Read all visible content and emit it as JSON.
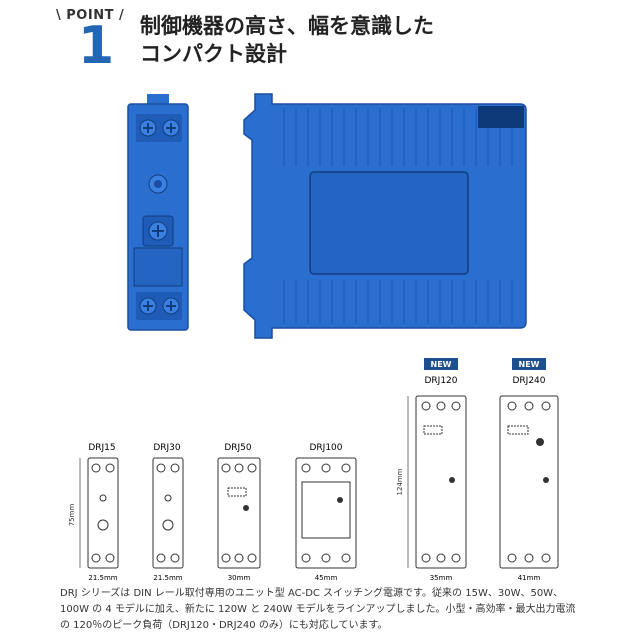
{
  "point": {
    "label": "\\ POINT /",
    "number": "1"
  },
  "headline": {
    "line1": "制御機器の高さ、幅を意識した",
    "line2": "コンパクト設計"
  },
  "colors": {
    "accent": "#2366b3",
    "device_blue": "#2a6fd0",
    "device_dark": "#1a4e9e",
    "new_badge": "#1e4f8f"
  },
  "lineup": {
    "new_badge": "NEW",
    "height_dim": "75mm",
    "height_dim_large": "124mm",
    "models": [
      {
        "name": "DRJ15",
        "width": "21.5mm",
        "is_new": false
      },
      {
        "name": "DRJ30",
        "width": "21.5mm",
        "is_new": false
      },
      {
        "name": "DRJ50",
        "width": "30mm",
        "is_new": false
      },
      {
        "name": "DRJ100",
        "width": "45mm",
        "is_new": false
      },
      {
        "name": "DRJ120",
        "width": "35mm",
        "is_new": true
      },
      {
        "name": "DRJ240",
        "width": "41mm",
        "is_new": true
      }
    ]
  },
  "caption": {
    "line1": "DRJ シリーズは DIN レール取付専用のユニット型 AC-DC スイッチング電源です。従来の 15W、30W、50W、",
    "line2": "100W の 4 モデルに加え、新たに 120W と 240W モデルをラインアップしました。小型・高効率・最大出力電流",
    "line3": "の 120％のピーク負荷（DRJ120・DRJ240 のみ）にも対応しています。"
  }
}
